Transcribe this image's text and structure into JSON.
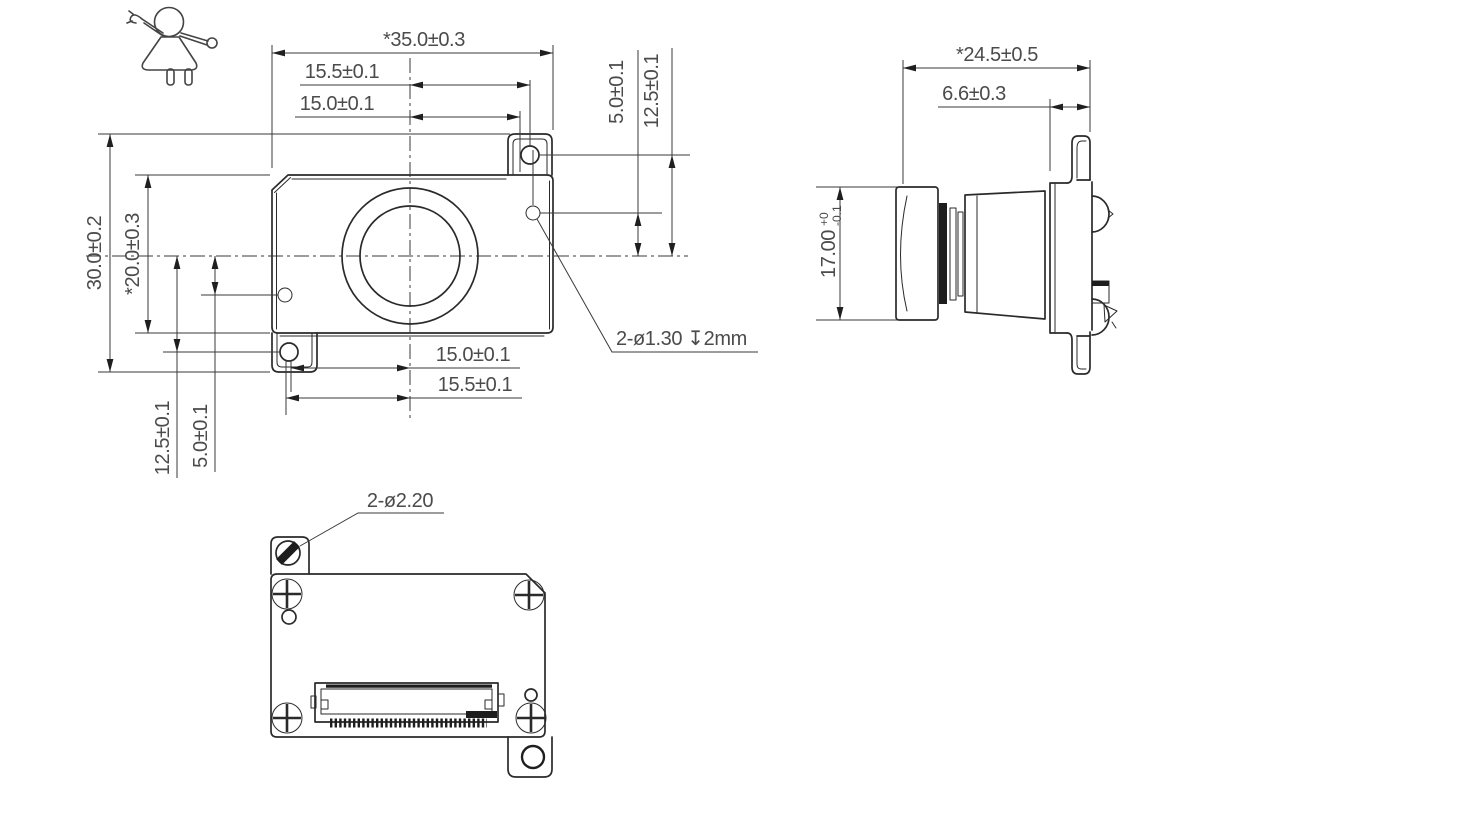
{
  "drawing": {
    "front_view": {
      "width_total": "*35.0±0.3",
      "top_offset_1": "15.5±0.1",
      "top_offset_2": "15.0±0.1",
      "right_offset_small": "5.0±0.1",
      "right_offset_large": "12.5±0.1",
      "height_total": "30.0±0.2",
      "height_body": "*20.0±0.3",
      "bottom_offset_1": "15.0±0.1",
      "bottom_offset_2": "15.5±0.1",
      "left_offset_large": "12.5±0.1",
      "left_offset_small": "5.0±0.1",
      "hole_note": "2-ø1.30 ↧2mm"
    },
    "side_view": {
      "depth_total": "*24.5±0.5",
      "flange_depth": "6.6±0.3",
      "lens_height_value": "17.00",
      "lens_height_tol_upper": "+0",
      "lens_height_tol_lower": "-0.1"
    },
    "back_view": {
      "hole_note": "2-ø2.20"
    }
  }
}
